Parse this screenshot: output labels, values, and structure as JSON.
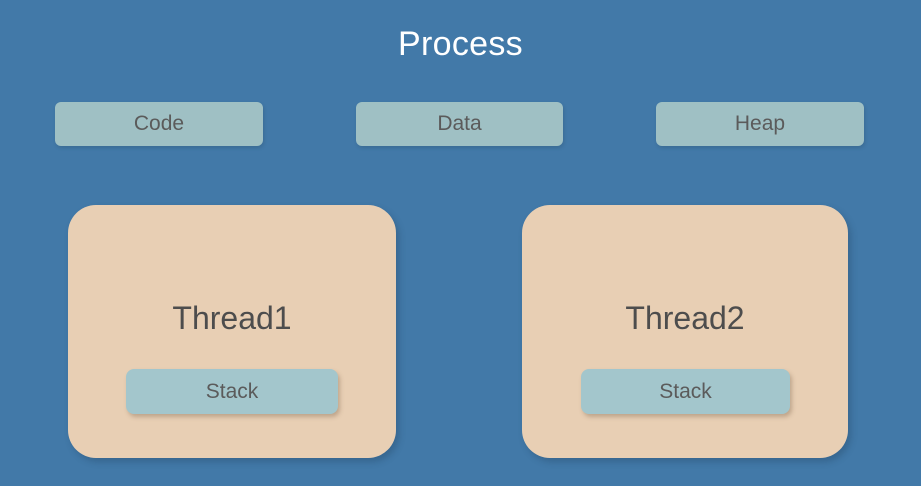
{
  "diagram": {
    "title": "Process",
    "background_color": "#4279a8",
    "title_color": "#ffffff",
    "segment_color": "#9fc0c4",
    "thread_color": "#e8cfb4",
    "stack_color": "#a3c6cc",
    "label_color": "#5b5b5b"
  },
  "segments": [
    {
      "label": "Code"
    },
    {
      "label": "Data"
    },
    {
      "label": "Heap"
    }
  ],
  "threads": [
    {
      "label": "Thread1",
      "stack_label": "Stack"
    },
    {
      "label": "Thread2",
      "stack_label": "Stack"
    }
  ]
}
